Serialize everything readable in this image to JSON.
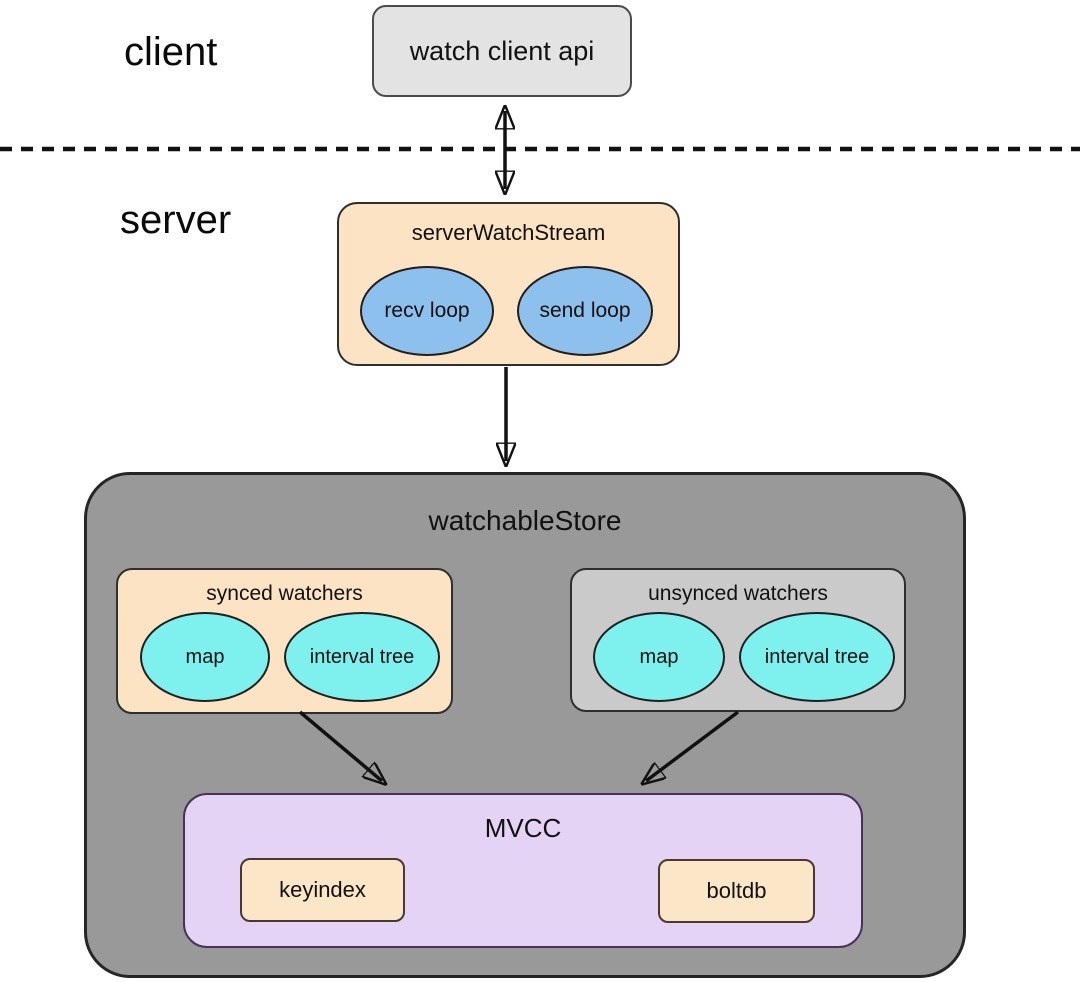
{
  "zones": {
    "client_label": "client",
    "server_label": "server"
  },
  "nodes": {
    "watch_client_api": "watch client api",
    "server_watch_stream": "serverWatchStream",
    "recv_loop": "recv loop",
    "send_loop": "send loop",
    "watchable_store": "watchableStore",
    "synced_watchers": "synced watchers",
    "synced_map": "map",
    "synced_interval_tree": "interval tree",
    "unsynced_watchers": "unsynced watchers",
    "unsynced_map": "map",
    "unsynced_interval_tree": "interval tree",
    "mvcc": "MVCC",
    "keyindex": "keyindex",
    "boltdb": "boltdb"
  },
  "colors": {
    "api_gray": "#e3e3e3",
    "peach": "#fbe3c3",
    "loop_blue": "#8ec0ed",
    "store_gray": "#999999",
    "unsynced_gray": "#cacaca",
    "cyan": "#7ef1ef",
    "lavender": "#e4d3f4",
    "child_peach": "#fce6c8",
    "line_black": "#111111"
  }
}
